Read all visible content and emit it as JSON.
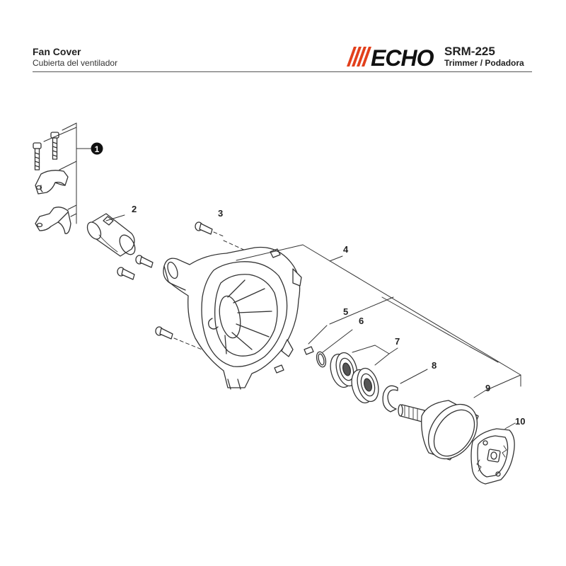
{
  "header": {
    "title": "Fan Cover",
    "subtitle": "Cubierta del ventilador",
    "brand": "ECHO",
    "model": "SRM-225",
    "product_type": "Trimmer / Podadora"
  },
  "colors": {
    "logo_accent": "#e2401c",
    "logo_text": "#111111",
    "line": "#333333"
  },
  "callouts": {
    "c1": "1",
    "c2": "2",
    "c3": "3",
    "c4": "4",
    "c5": "5",
    "c6": "6",
    "c7": "7",
    "c8": "8",
    "c9": "9",
    "c10": "10"
  }
}
